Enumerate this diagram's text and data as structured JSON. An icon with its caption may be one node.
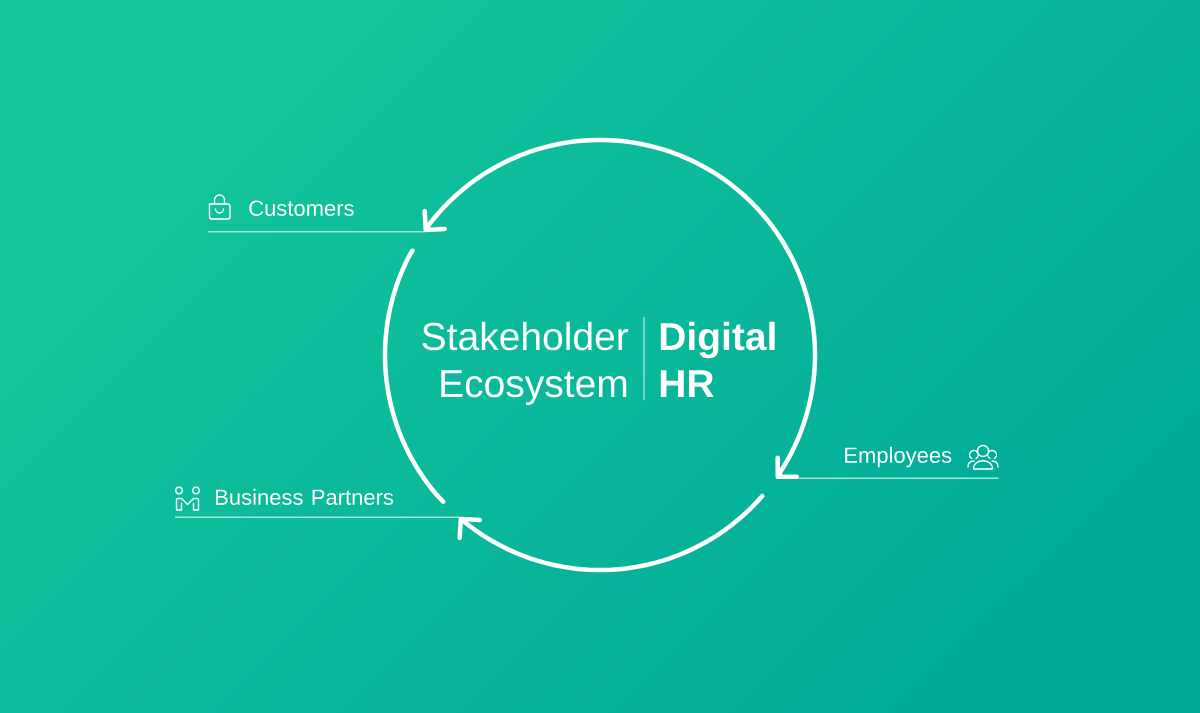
{
  "diagram": {
    "nodes": [
      {
        "text": [
          "Stakeholder Ecosystem",
          "Digital HR"
        ]
      },
      {
        "text": [
          "Customers"
        ]
      },
      {
        "text": [
          "Employees"
        ]
      },
      {
        "text": [
          "Business Partners"
        ]
      }
    ],
    "edges": [
      {
        "from": 1,
        "to": 2,
        "arrow": "both"
      },
      {
        "from": 1,
        "to": 3,
        "arrow": "none"
      },
      {
        "from": 2,
        "to": 3,
        "arrow": "to"
      }
    ]
  }
}
